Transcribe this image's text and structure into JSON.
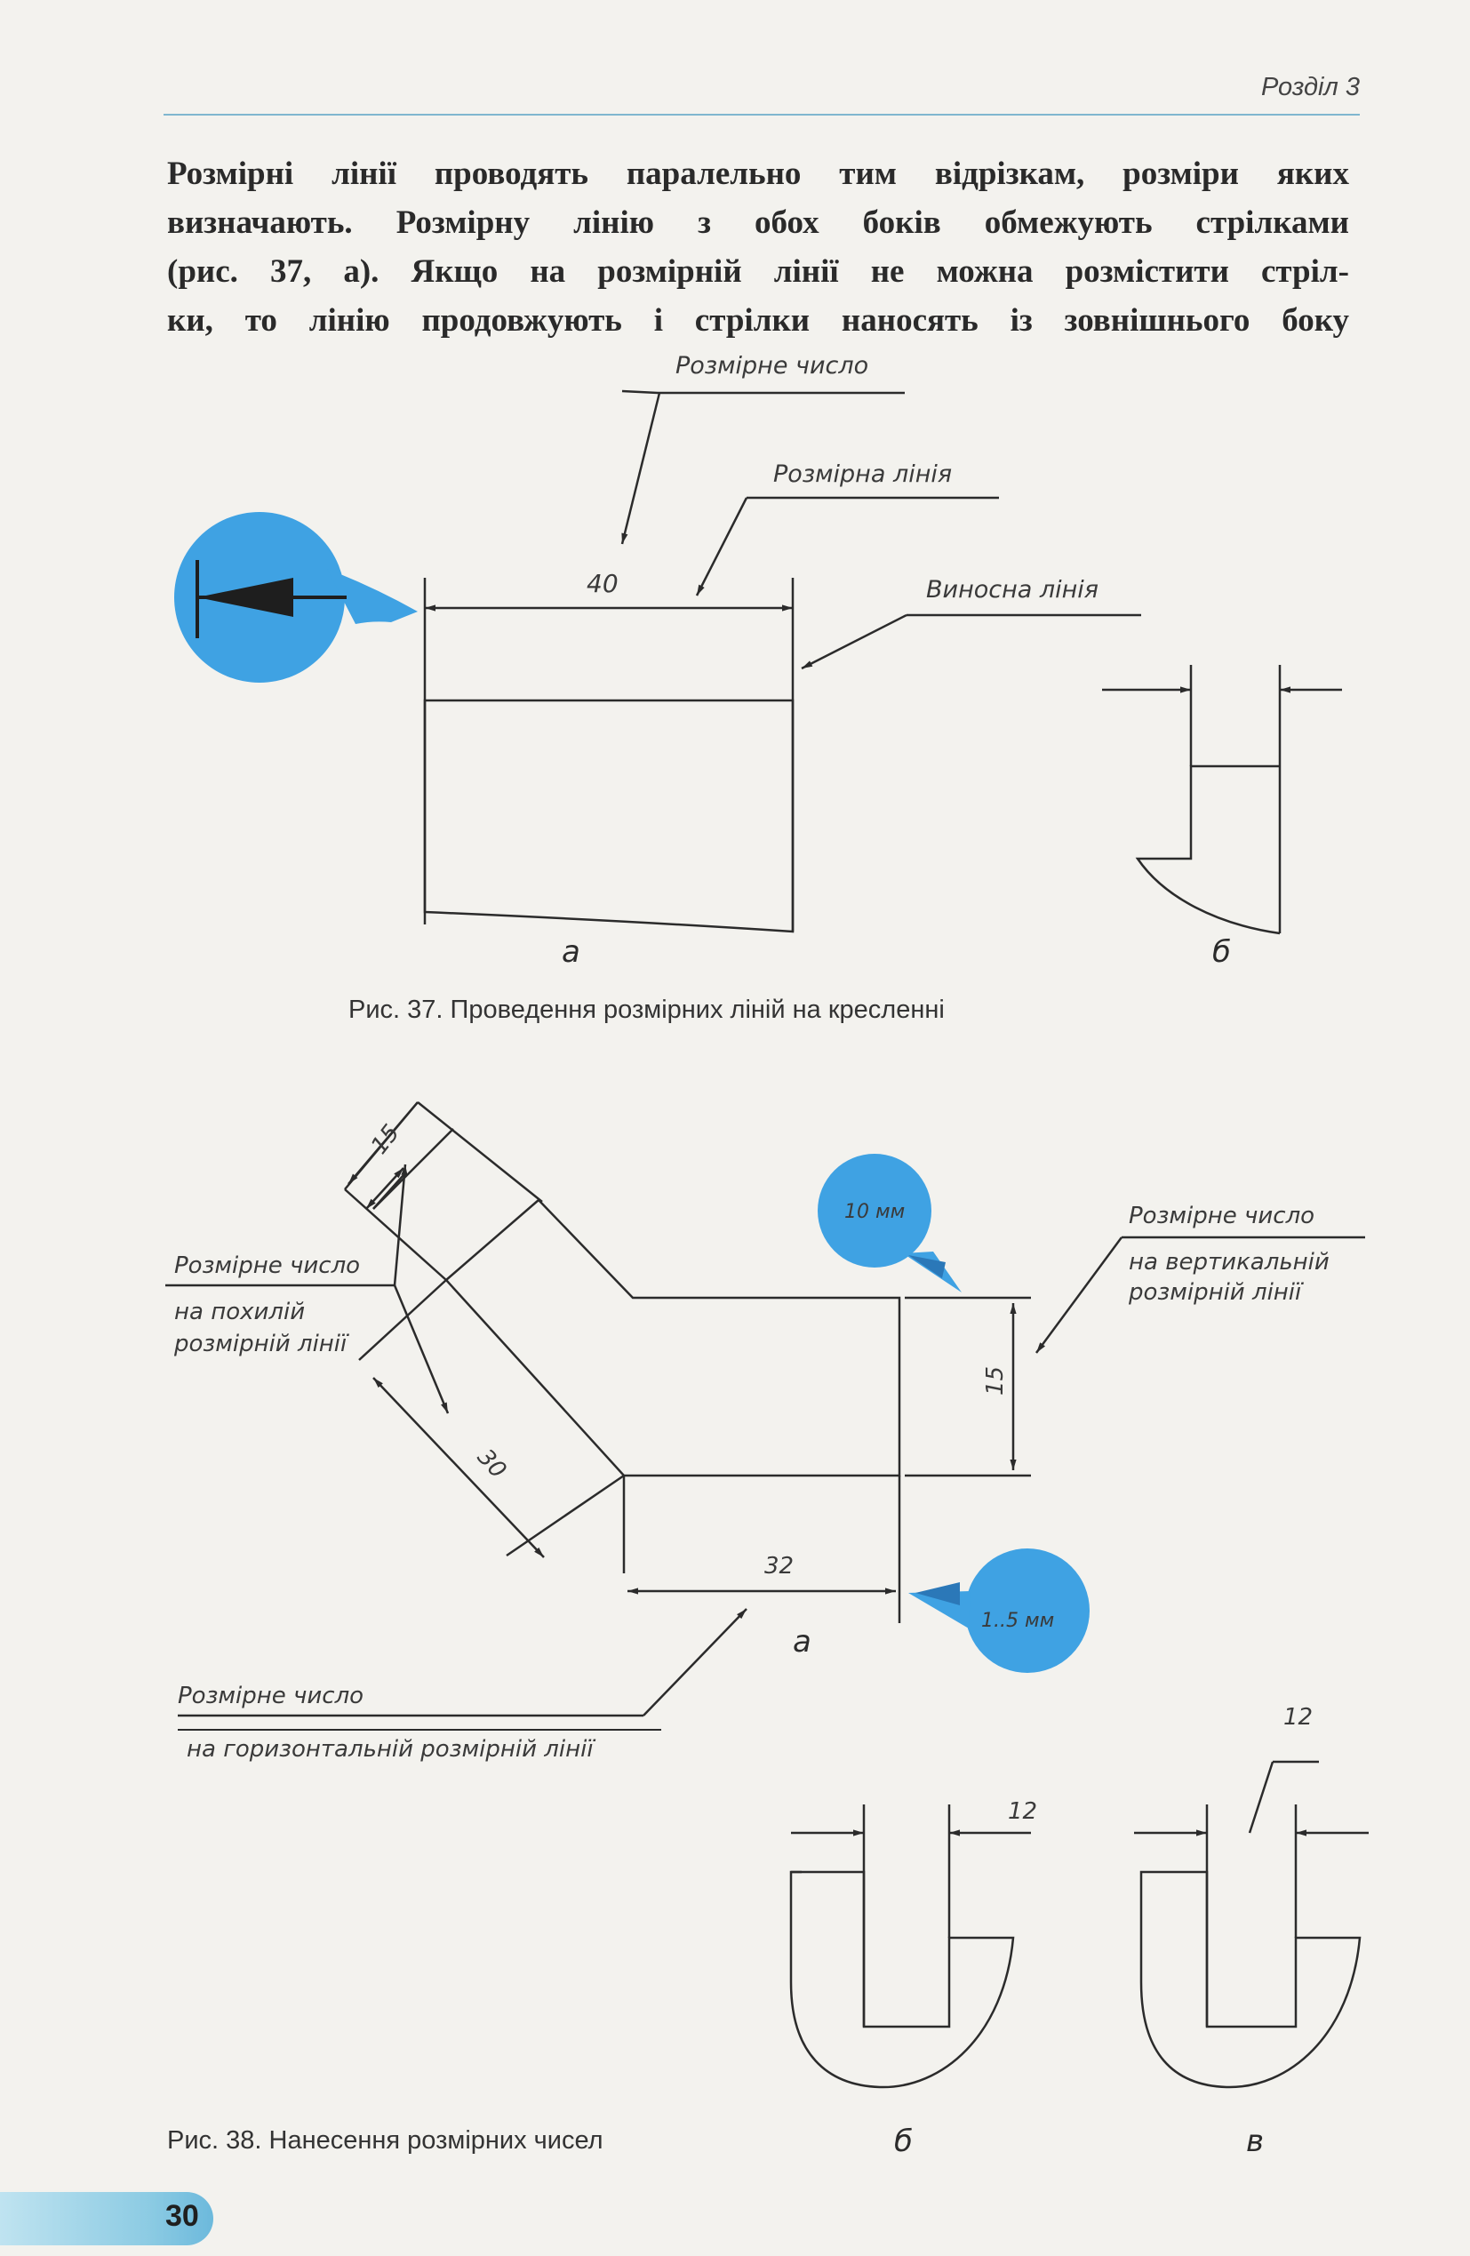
{
  "header": {
    "section": "Розділ 3"
  },
  "paragraph": [
    "Розмірні лінії проводять паралельно тим відрізкам, розміри яких",
    "визначають. Розмірну лінію з обох боків обмежують стрілками",
    "(рис. 37, а). Якщо на розмірній лінії не можна розмістити стріл-",
    "ки, то лінію продовжують і стрілки наносять із зовнішнього боку"
  ],
  "fig37": {
    "labels": {
      "dimension_number": "Розмірне число",
      "dimension_line": "Розмірна лінія",
      "extension_line": "Виносна лінія",
      "value_40": "40",
      "sub_a": "а",
      "sub_b": "б"
    },
    "caption": "Рис. 37. Проведення розмірних ліній на кресленні"
  },
  "fig38": {
    "labels": {
      "dim_15_top": "15",
      "dim_30": "30",
      "dim_15_right": "15",
      "dim_32": "32",
      "callout_10mm": "10 мм",
      "callout_15mm": "1..5 мм",
      "num_inclined_1": "Розмірне число",
      "num_inclined_2": "на похилій",
      "num_inclined_3": "розмірній лінії",
      "num_vertical_1": "Розмірне число",
      "num_vertical_2": "на вертикальній",
      "num_vertical_3": "розмірній лінії",
      "num_horizontal_1": "Розмірне число",
      "num_horizontal_2": "на горизонтальній розмірній лінії",
      "sub_a": "а",
      "dim_12_b": "12",
      "dim_12_v": "12",
      "sub_b": "б",
      "sub_v": "в"
    },
    "caption": "Рис. 38. Нанесення розмірних чисел"
  },
  "footer": {
    "page_number": "30"
  },
  "colors": {
    "callout_blue": "#3fa2e3",
    "rule": "#7fb6cf",
    "ink": "#2b2b2b"
  }
}
